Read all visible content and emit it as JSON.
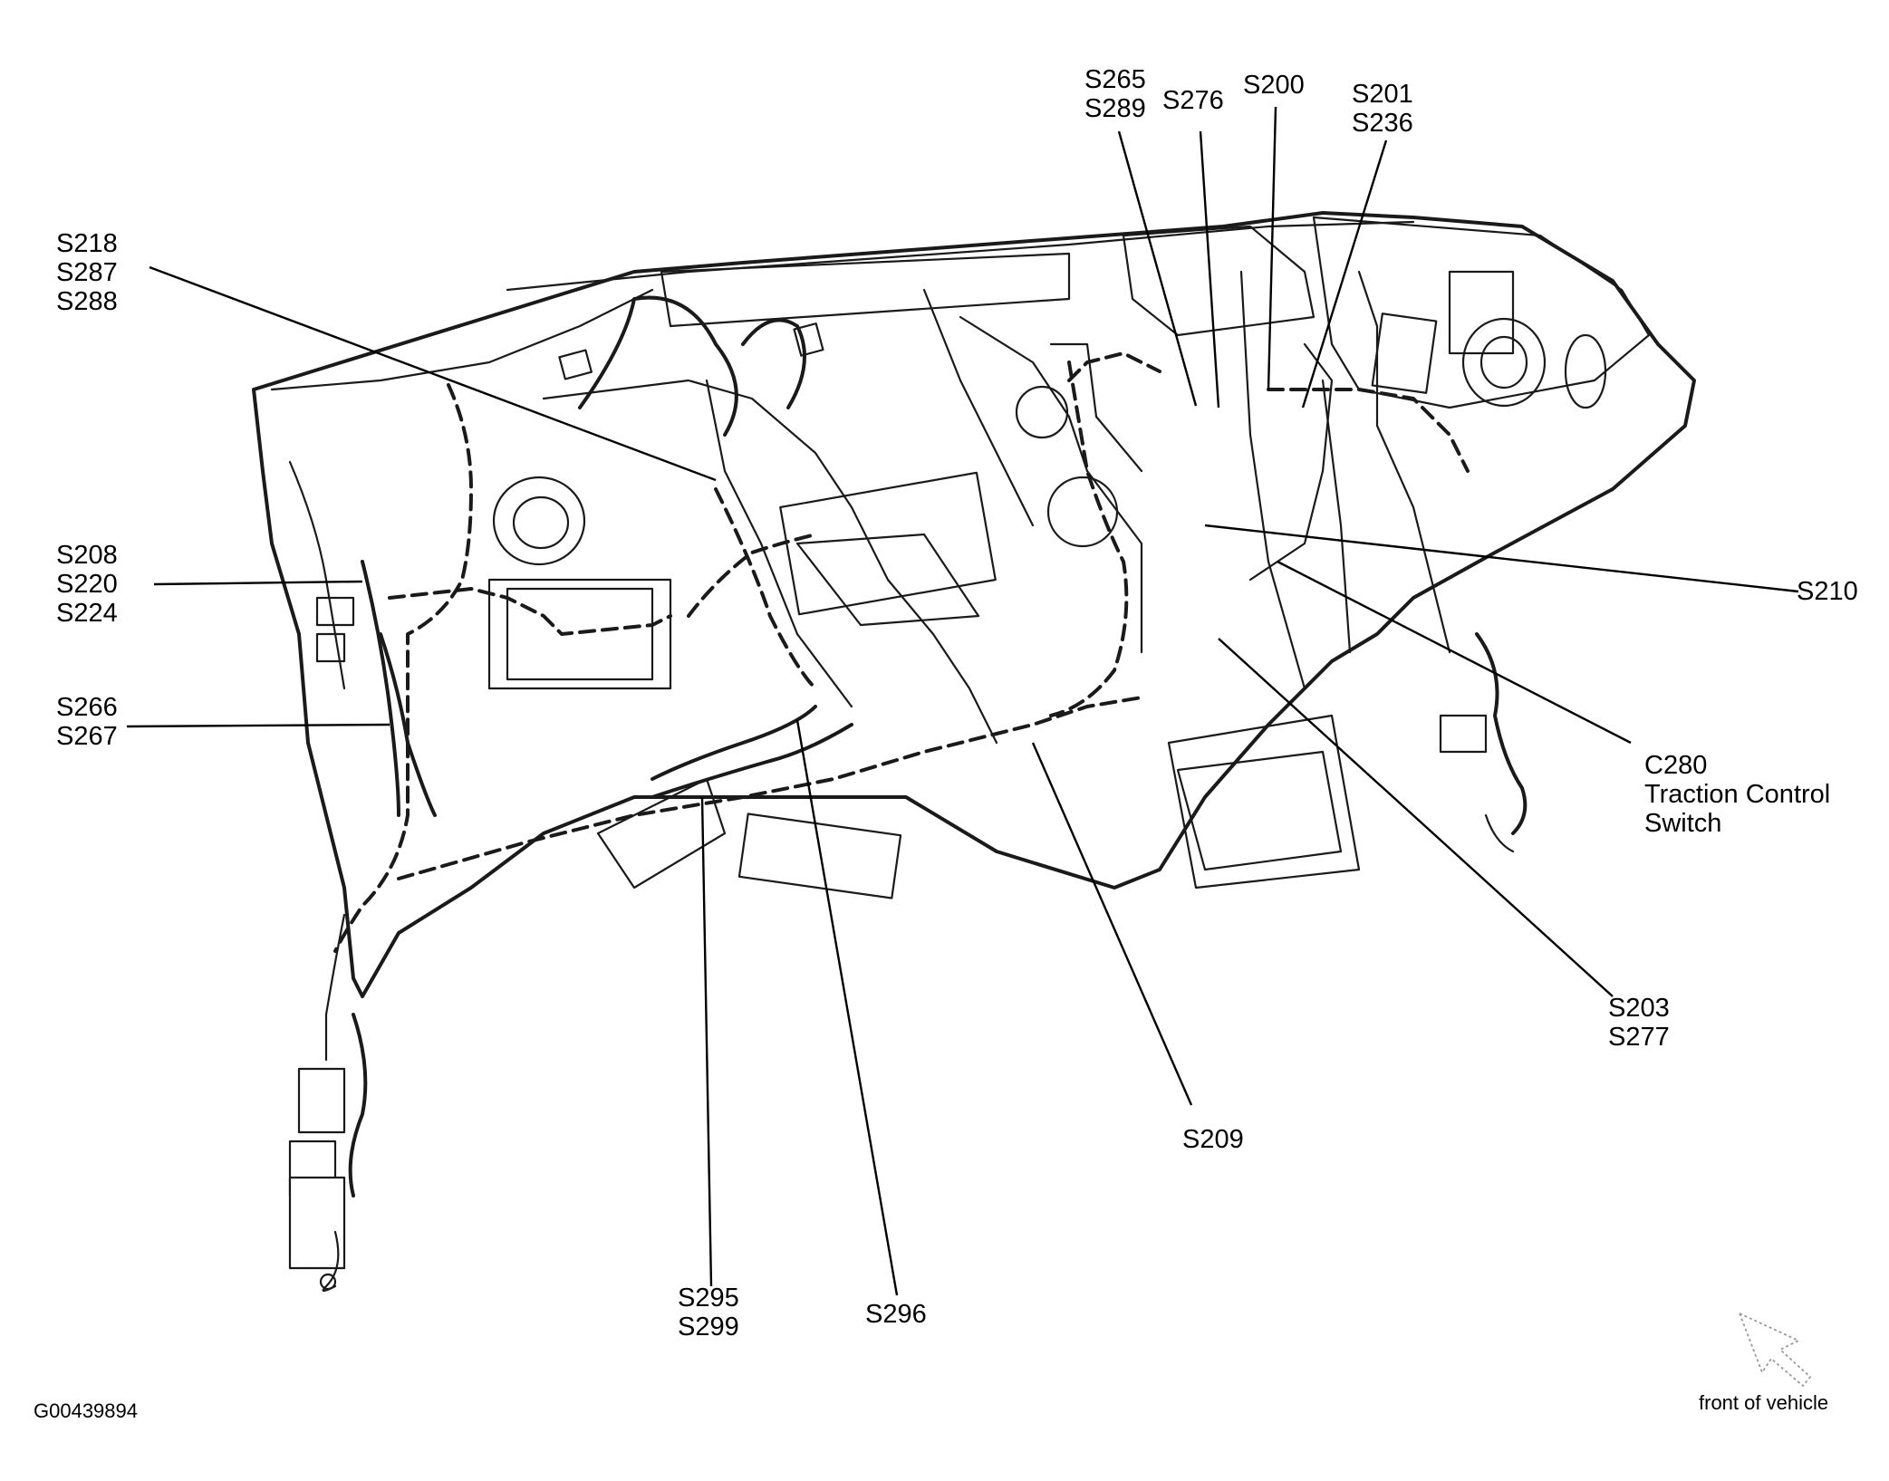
{
  "labels": {
    "s218_group": [
      "S218",
      "S287",
      "S288"
    ],
    "s208_group": [
      "S208",
      "S220",
      "S224"
    ],
    "s266_group": [
      "S266",
      "S267"
    ],
    "s265_group": [
      "S265",
      "S289"
    ],
    "s276": "S276",
    "s200": "S200",
    "s201_group": [
      "S201",
      "S236"
    ],
    "s210": "S210",
    "c280_group": [
      "C280",
      "Traction Control",
      "Switch"
    ],
    "s203_group": [
      "S203",
      "S277"
    ],
    "s209": "S209",
    "s295_group": [
      "S295",
      "S299"
    ],
    "s296": "S296"
  },
  "figure_id": "G00439894",
  "orientation_label": "front of vehicle"
}
